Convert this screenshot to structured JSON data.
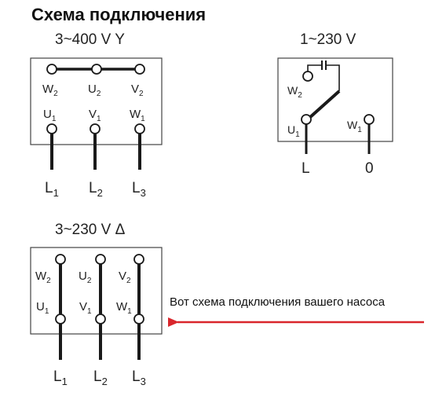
{
  "title": "Схема подключения",
  "star": {
    "label": "3~400 V Y",
    "top": [
      {
        "t": "W",
        "s": "2"
      },
      {
        "t": "U",
        "s": "2"
      },
      {
        "t": "V",
        "s": "2"
      }
    ],
    "bottom": [
      {
        "t": "U",
        "s": "1"
      },
      {
        "t": "V",
        "s": "1"
      },
      {
        "t": "W",
        "s": "1"
      }
    ],
    "lines": [
      {
        "t": "L",
        "s": "1"
      },
      {
        "t": "L",
        "s": "2"
      },
      {
        "t": "L",
        "s": "3"
      }
    ]
  },
  "single": {
    "label": "1~230 V",
    "w2": {
      "t": "W",
      "s": "2"
    },
    "u1": {
      "t": "U",
      "s": "1"
    },
    "w1": {
      "t": "W",
      "s": "1"
    },
    "l": "L",
    "zero": "0"
  },
  "delta": {
    "label": "3~230 V Δ",
    "top": [
      {
        "t": "W",
        "s": "2"
      },
      {
        "t": "U",
        "s": "2"
      },
      {
        "t": "V",
        "s": "2"
      }
    ],
    "bottom": [
      {
        "t": "U",
        "s": "1"
      },
      {
        "t": "V",
        "s": "1"
      },
      {
        "t": "W",
        "s": "1"
      }
    ],
    "lines": [
      {
        "t": "L",
        "s": "1"
      },
      {
        "t": "L",
        "s": "2"
      },
      {
        "t": "L",
        "s": "3"
      }
    ]
  },
  "note": "Вот схема подключения вашего насоса",
  "colors": {
    "arrow": "#d9262c",
    "line": "#1a1a1a"
  }
}
